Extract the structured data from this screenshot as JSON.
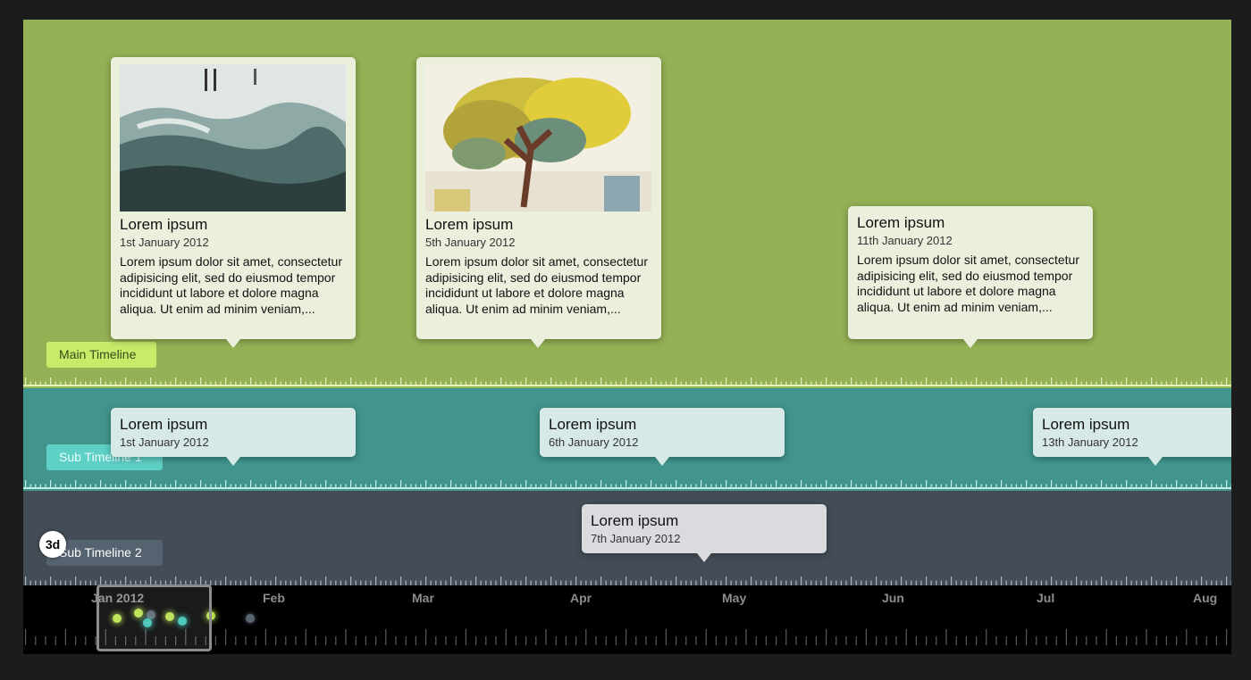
{
  "bands": {
    "main": {
      "label": "Main Timeline",
      "color": "#95b155"
    },
    "sub1": {
      "label": "Sub Timeline 1",
      "color": "#41958d"
    },
    "sub2": {
      "label": "Sub Timeline 2",
      "color": "#444d57"
    }
  },
  "main_events": [
    {
      "title": "Lorem ipsum",
      "date": "1st January 2012",
      "description": "Lorem ipsum dolor sit amet, consectetur adipisicing elit, sed do eiusmod tempor incididunt ut labore et dolore magna aliqua. Ut enim ad minim veniam,...",
      "image": "landscape-painting"
    },
    {
      "title": "Lorem ipsum",
      "date": "5th January 2012",
      "description": "Lorem ipsum dolor sit amet, consectetur adipisicing elit, sed do eiusmod tempor incididunt ut labore et dolore magna aliqua. Ut enim ad minim veniam,...",
      "image": "tree-painting"
    },
    {
      "title": "Lorem ipsum",
      "date": "11th January 2012",
      "description": "Lorem ipsum dolor sit amet, consectetur adipisicing elit, sed do eiusmod tempor incididunt ut labore et dolore magna aliqua. Ut enim ad minim veniam,..."
    }
  ],
  "sub1_events": [
    {
      "title": "Lorem ipsum",
      "date": "1st January 2012"
    },
    {
      "title": "Lorem ipsum",
      "date": "6th January 2012"
    },
    {
      "title": "Lorem ipsum",
      "date": "13th January 2012"
    }
  ],
  "sub2_events": [
    {
      "title": "Lorem ipsum",
      "date": "7th January 2012"
    }
  ],
  "zoom_badge": "3d",
  "navigator": {
    "months": [
      "Jan 2012",
      "Feb",
      "Mar",
      "Apr",
      "May",
      "Jun",
      "Jul",
      "Aug"
    ]
  }
}
